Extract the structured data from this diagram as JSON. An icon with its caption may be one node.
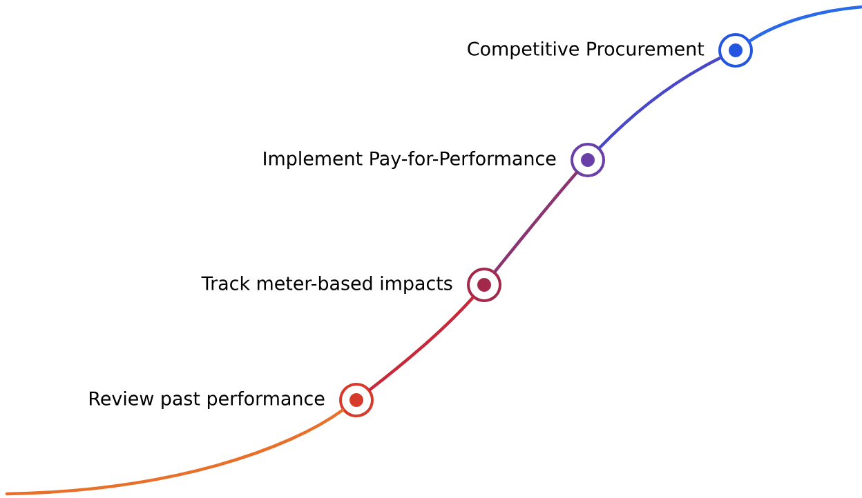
{
  "diagram": {
    "nodes": [
      {
        "text": [],
        "shape": "circle",
        "beside": [
          "Review past performance"
        ]
      },
      {
        "text": [],
        "shape": "circle",
        "beside": [
          "Track meter-based impacts"
        ]
      },
      {
        "text": [],
        "shape": "circle",
        "beside": [
          "Implement Pay-for-Performance"
        ]
      },
      {
        "text": [],
        "shape": "circle",
        "beside": [
          "Competitive Procurement"
        ]
      }
    ],
    "edges": [
      {
        "from": null,
        "to": 0,
        "arrow": "none",
        "color": "#e8702a"
      },
      {
        "from": 0,
        "to": 1,
        "arrow": "none",
        "color": "#c8283a"
      },
      {
        "from": 1,
        "to": 2,
        "arrow": "none",
        "color": "#8a3470"
      },
      {
        "from": 2,
        "to": 3,
        "arrow": "none",
        "color": "#4848c8"
      },
      {
        "from": 3,
        "to": null,
        "arrow": "none",
        "color": "#2a6ae8"
      }
    ]
  }
}
